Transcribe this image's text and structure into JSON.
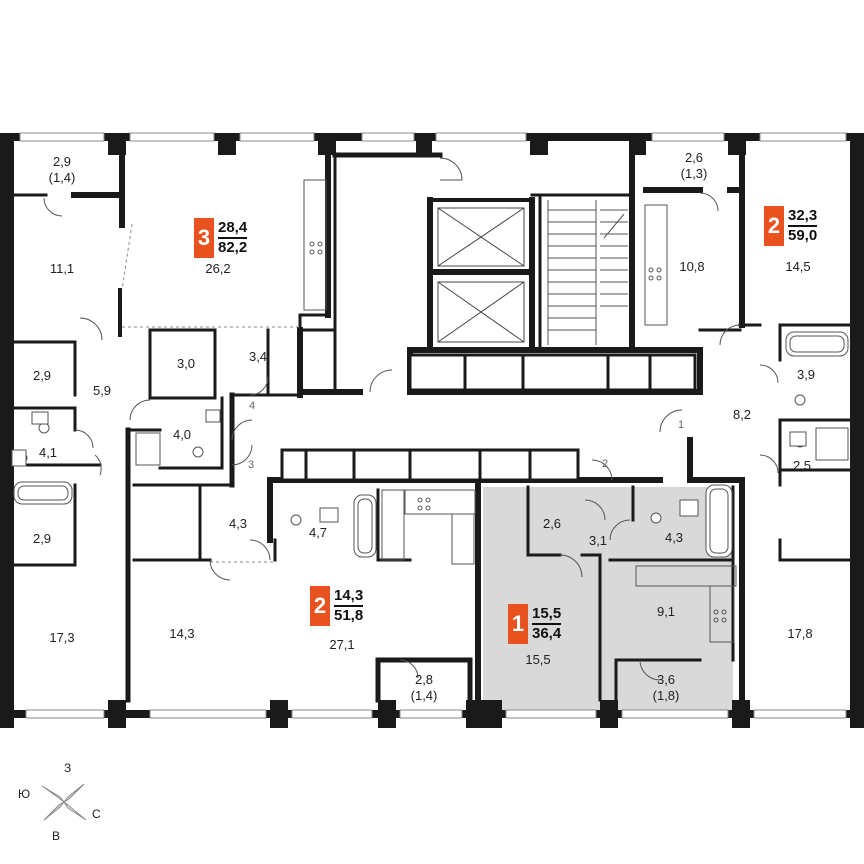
{
  "apartments": [
    {
      "rooms": "3",
      "living_area": "28,4",
      "total_area": "82,2"
    },
    {
      "rooms": "2",
      "living_area": "32,3",
      "total_area": "59,0"
    },
    {
      "rooms": "2",
      "living_area": "14,3",
      "total_area": "51,8"
    },
    {
      "rooms": "1",
      "living_area": "15,5",
      "total_area": "36,4"
    }
  ],
  "highlighted_apartment": "1",
  "rooms": {
    "balcony_nw_area": "2,9",
    "balcony_nw_reduced": "(1,4)",
    "balcony_ne_area": "2,6",
    "balcony_ne_reduced": "(1,3)",
    "balcony_s_area": "2,8",
    "balcony_s_reduced": "(1,4)",
    "balcony_se_area": "3,6",
    "balcony_se_reduced": "(1,8)",
    "r_11_1": "11,1",
    "r_26_2": "26,2",
    "r_10_8": "10,8",
    "r_14_5": "14,5",
    "r_2_9_a": "2,9",
    "r_5_9": "5,9",
    "r_3_0": "3,0",
    "r_3_4": "3,4",
    "r_4_0": "4,0",
    "r_4_1": "4,1",
    "r_2_9_b": "2,9",
    "r_17_3": "17,3",
    "r_3_9": "3,9",
    "r_8_2": "8,2",
    "r_2_5": "2,5",
    "r_17_8": "17,8",
    "r_4_3_a": "4,3",
    "r_4_7": "4,7",
    "r_14_3": "14,3",
    "r_27_1": "27,1",
    "r_2_6": "2,6",
    "r_3_1": "3,1",
    "r_4_3_b": "4,3",
    "r_9_1": "9,1",
    "r_15_5": "15,5"
  },
  "door_numbers": [
    "1",
    "2",
    "3",
    "4"
  ],
  "compass": {
    "north": "З",
    "east": "С",
    "south": "В",
    "west": "Ю"
  },
  "colors": {
    "accent": "#e8521e",
    "highlight_fill": "#d9d9d9",
    "wall": "#1a1a1a"
  }
}
